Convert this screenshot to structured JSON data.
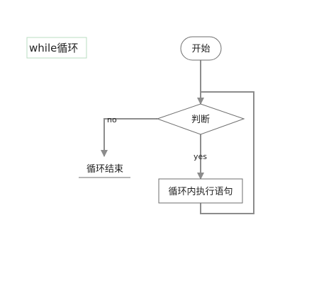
{
  "diagram": {
    "title": "while循环",
    "start": "开始",
    "decision": "判断",
    "body": "循环内执行语句",
    "end": "循环结束",
    "no_label": "no",
    "yes_label": "yes"
  },
  "colors": {
    "line": "#8c8c8c",
    "node_fill": "#ffffff",
    "node_stroke": "#6e6e6e",
    "title_border": "#b9dcc0"
  }
}
